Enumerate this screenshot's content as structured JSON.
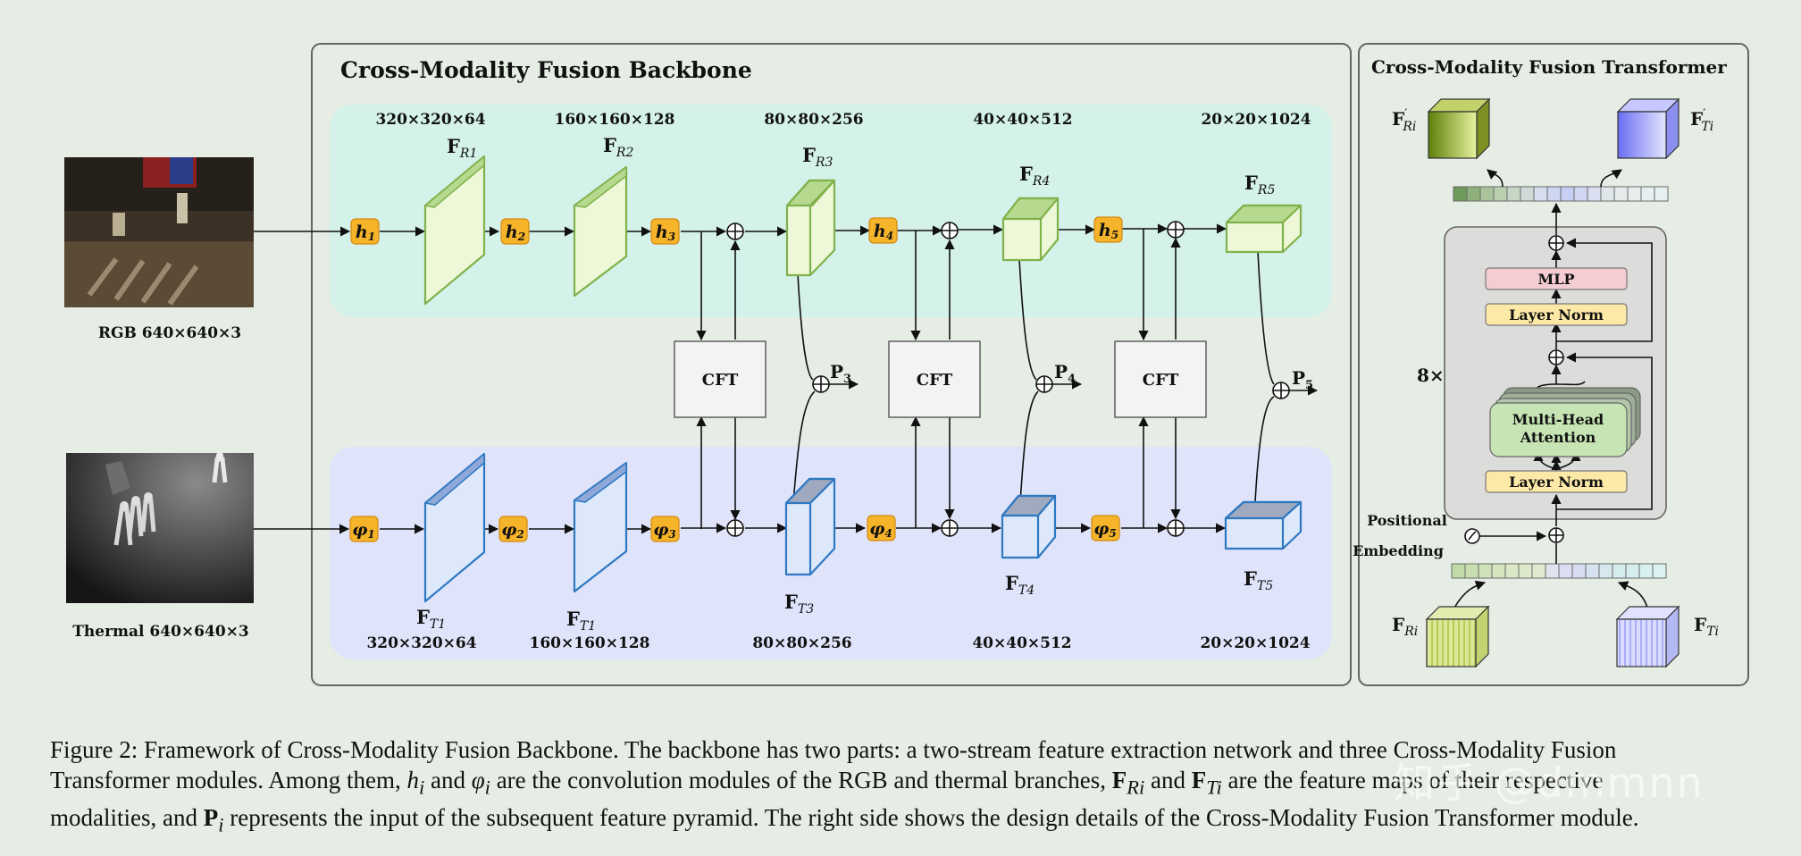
{
  "backbone": {
    "title": "Cross-Modality Fusion Backbone",
    "rgb_label": "RGB 640×640×3",
    "thermal_label": "Thermal 640×640×3",
    "rgb_dims": [
      "320×320×64",
      "160×160×128",
      "80×80×256",
      "40×40×512",
      "20×20×1024"
    ],
    "thermal_dims": [
      "320×320×64",
      "160×160×128",
      "80×80×256",
      "40×40×512",
      "20×20×1024"
    ],
    "rgb_feat": {
      "base": "F",
      "sub": [
        "R1",
        "R2",
        "R3",
        "R4",
        "R5"
      ]
    },
    "thermal_feat": {
      "base": "F",
      "sub": [
        "T1",
        "T1",
        "T3",
        "T4",
        "T5"
      ]
    },
    "rgb_modules": {
      "base": "h",
      "sub": [
        "1",
        "2",
        "3",
        "4",
        "5"
      ]
    },
    "thermal_modules": {
      "base": "φ",
      "sub": [
        "1",
        "2",
        "3",
        "4",
        "5"
      ]
    },
    "cft": [
      "CFT",
      "CFT",
      "CFT"
    ],
    "outputs": {
      "base": "P",
      "sub": [
        "3",
        "4",
        "5"
      ]
    }
  },
  "transformer": {
    "title": "Cross-Modality Fusion Transformer",
    "mlp": "MLP",
    "layer_norm_top": "Layer Norm",
    "attention_line1": "Multi-Head",
    "attention_line2": "Attention",
    "layer_norm_bottom": "Layer Norm",
    "repeat": "8×",
    "pos_emb_line1": "Positional",
    "pos_emb_line2": "Embedding",
    "out_rgb": {
      "base": "F",
      "prime": "′",
      "sub": "Ri"
    },
    "out_thermal": {
      "base": "F",
      "prime": "′",
      "sub": "Ti"
    },
    "in_rgb": {
      "base": "F",
      "sub": "Ri"
    },
    "in_thermal": {
      "base": "F",
      "sub": "Ti"
    }
  },
  "colors": {
    "rgb_band": "#d4f1ea",
    "thermal_band": "#dfe4fa",
    "rgb_feature": "#eef8d8",
    "rgb_feature_edge": "#7fb24a",
    "thermal_feature": "#dde9fa",
    "thermal_feature_edge": "#2e78c2",
    "module": "#f6b42a",
    "mlp": "#f4cdd2",
    "layer_norm": "#fde9a7",
    "attention": "#c6e4b4"
  },
  "caption": {
    "line1": "Figure 2:  Framework of Cross-Modality Fusion Backbone. The backbone has two parts: a two-stream feature extraction network and three Cross-Modality Fusion",
    "line2_a": "Transformer modules. Among them, ",
    "line2_h": "h",
    "line2_hi": "i",
    "line2_b": " and ",
    "line2_phi": "φ",
    "line2_phii": "i",
    "line2_c": " are the convolution modules of the RGB and thermal branches, ",
    "line2_F1": "F",
    "line2_F1s": "Ri",
    "line2_d": " and ",
    "line2_F2": "F",
    "line2_F2s": "Ti",
    "line2_e": " are the feature maps of their respective",
    "line3_a": "modalities, and ",
    "line3_P": "P",
    "line3_Pi": "i",
    "line3_b": " represents the input of the subsequent feature pyramid. The right side shows the design details of the Cross-Modality Fusion Transformer module."
  },
  "watermark": "知乎 @dmmnn"
}
